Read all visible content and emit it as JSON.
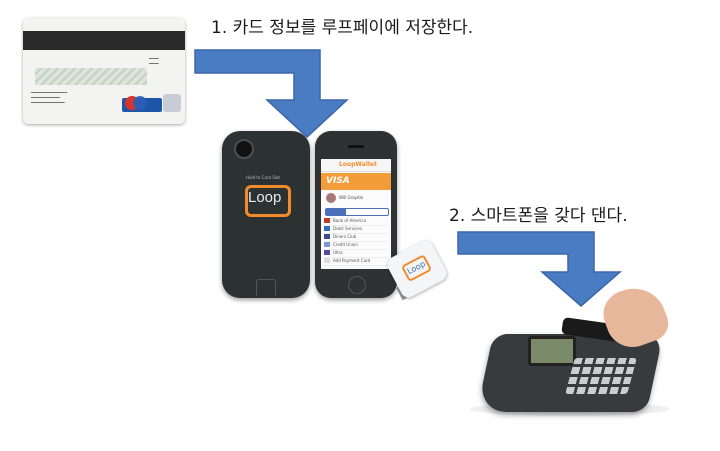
{
  "steps": [
    {
      "label": "1. 카드 정보를 루프페이에 저장한다."
    },
    {
      "label": "2. 스마트폰을 갖다 댄다."
    }
  ],
  "colors": {
    "arrow": "#4a7cc4",
    "arrow_stroke": "#3a66a8",
    "loop_orange": "#f28b2c"
  },
  "images": {
    "card_back": "card-back-image",
    "loop_case": "loop-phone-case",
    "wallet_app": "loop-wallet-phone",
    "fob": "loop-fob-reader",
    "terminal": "payment-terminal-with-hand"
  },
  "phone_case": {
    "logo_text": "Loop",
    "hold_text": "Hold to Card Slot"
  },
  "wallet_app": {
    "header": "LoopWallet",
    "card_brand": "VISA",
    "user": "Will Graydin",
    "cards": [
      "Bank of America",
      "Debit Services",
      "Diners Club",
      "Credit Union",
      "Ultra",
      "Add Payment Card"
    ]
  },
  "fob": {
    "logo_text": "Loop"
  }
}
